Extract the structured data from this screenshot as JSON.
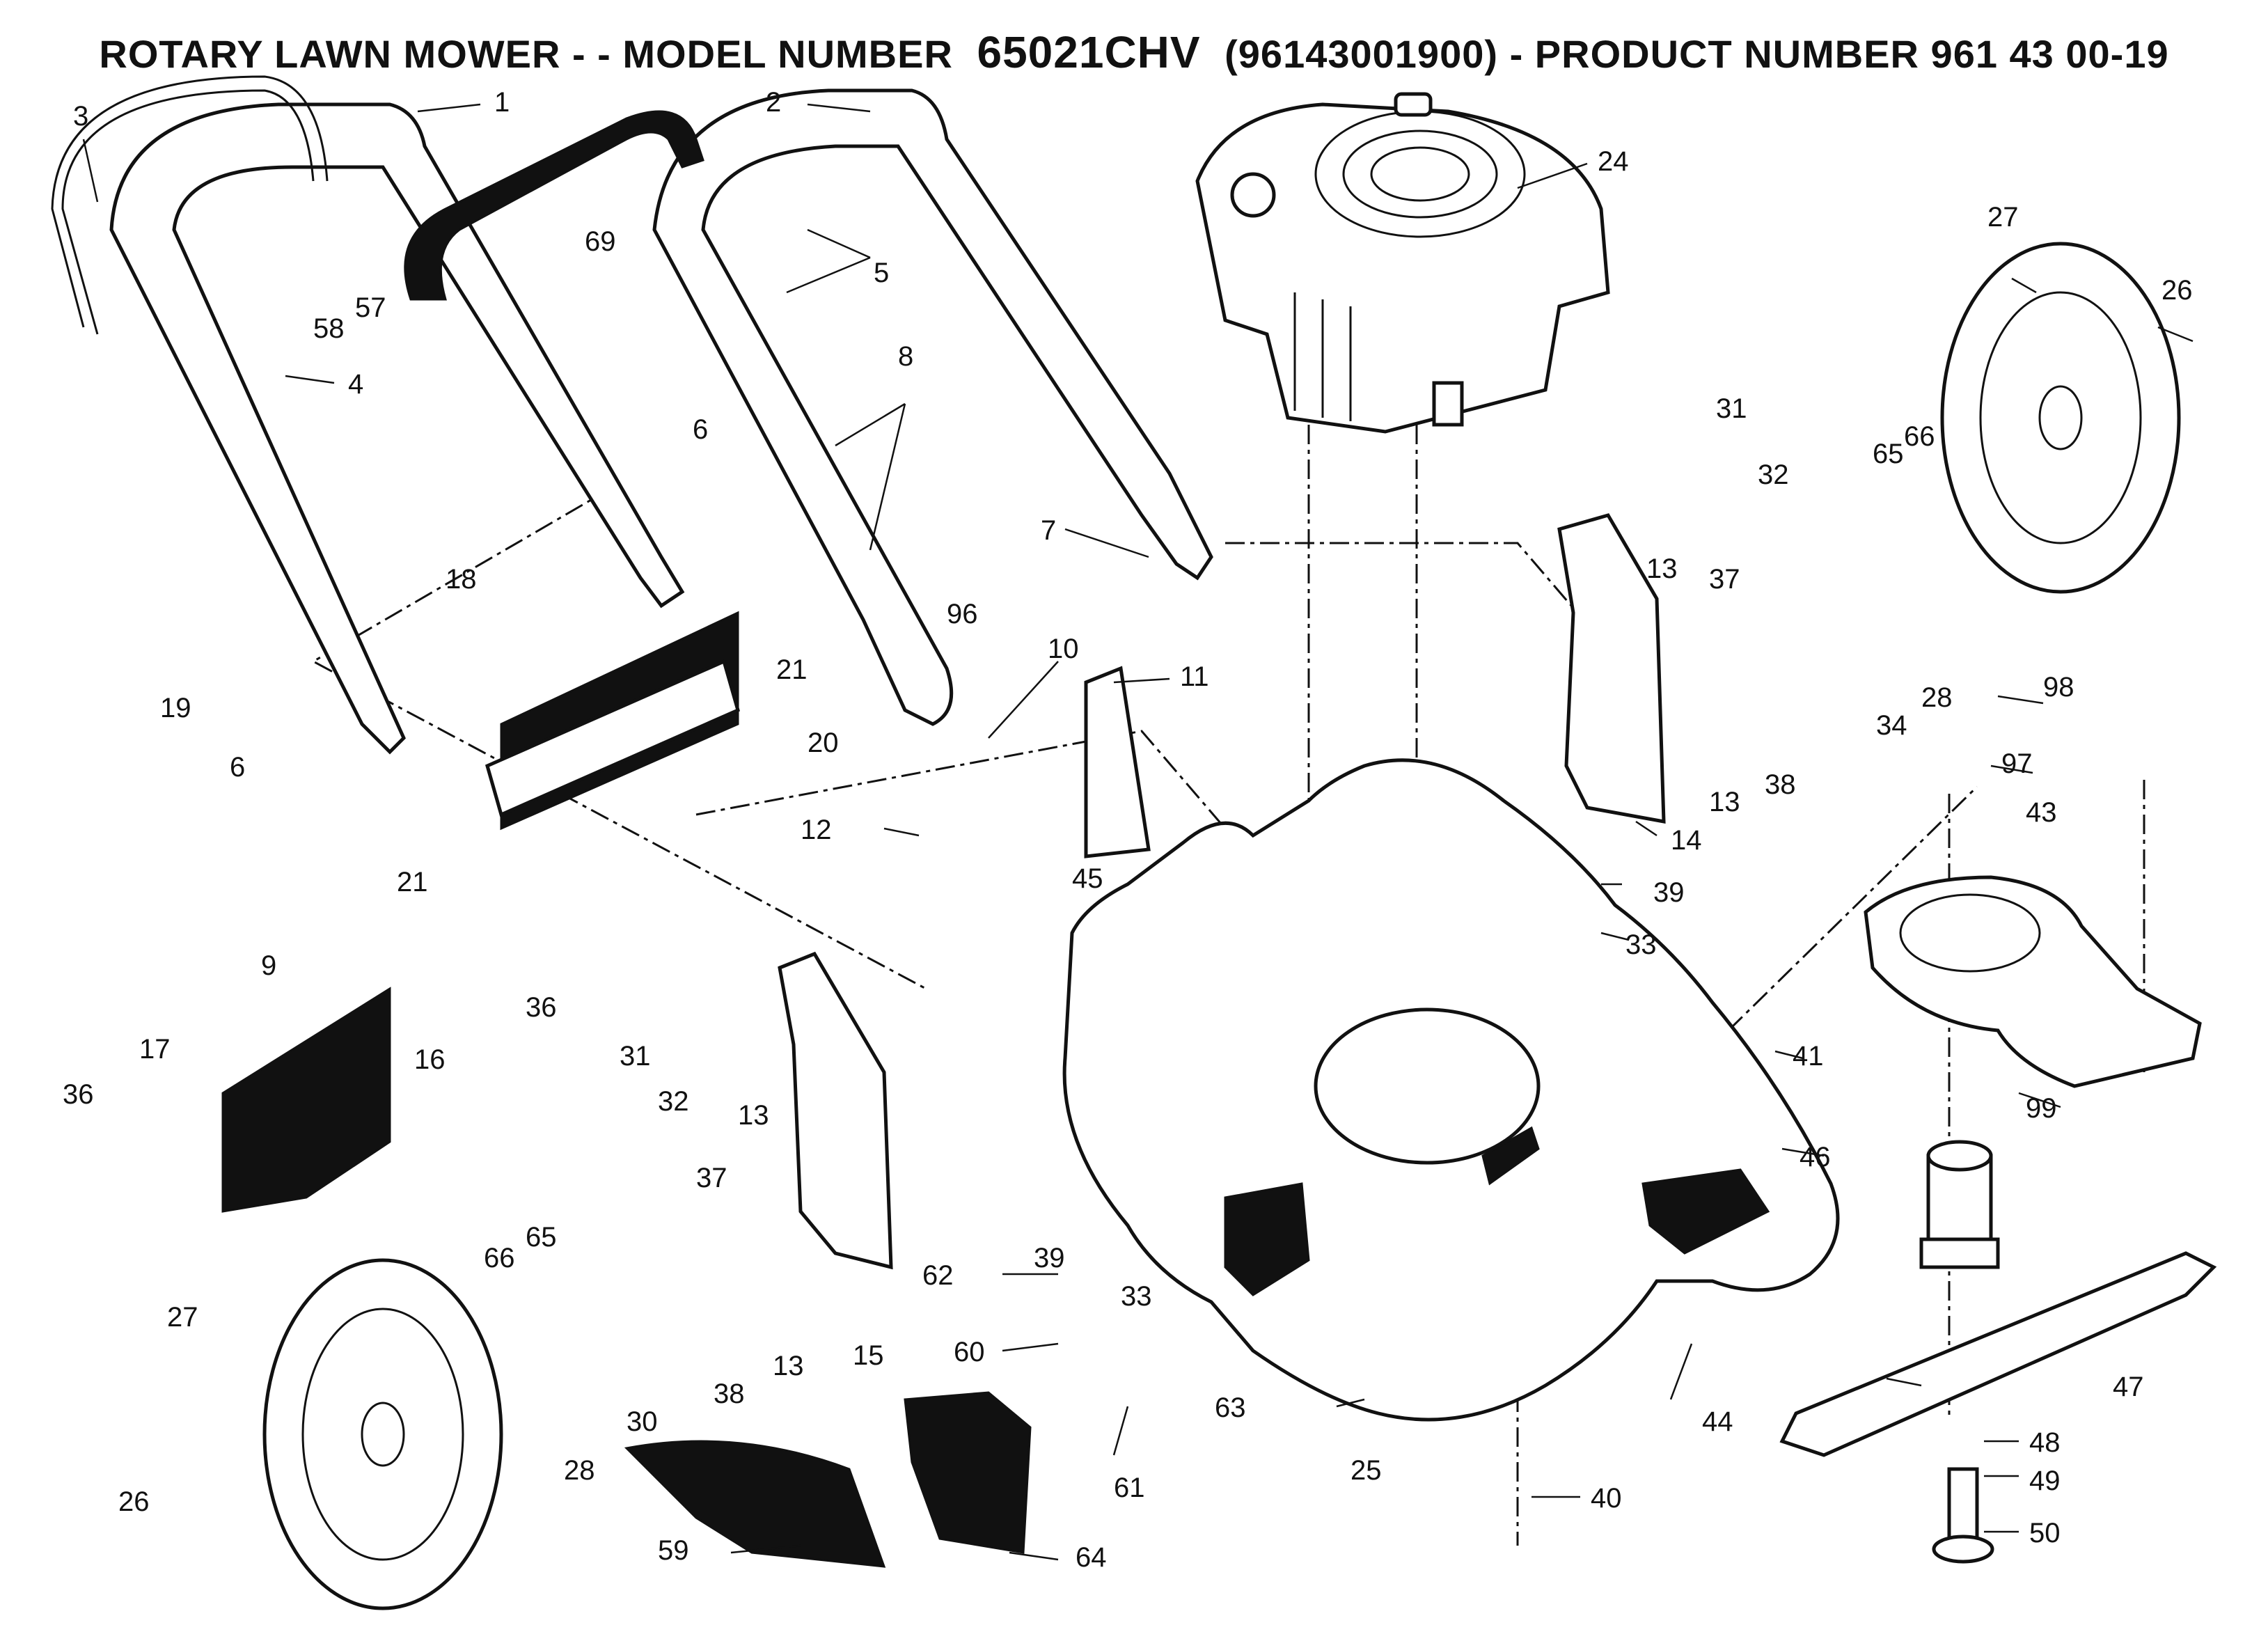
{
  "title": {
    "prefix": "ROTARY LAWN MOWER - - MODEL NUMBER",
    "model": "65021CHV",
    "suffix": "(96143001900) - PRODUCT NUMBER 961 43 00-19"
  },
  "callouts": [
    {
      "id": "c1",
      "label": "1"
    },
    {
      "id": "c2",
      "label": "2"
    },
    {
      "id": "c3",
      "label": "3"
    },
    {
      "id": "c4",
      "label": "4"
    },
    {
      "id": "c5",
      "label": "5"
    },
    {
      "id": "c6a",
      "label": "6"
    },
    {
      "id": "c6b",
      "label": "6"
    },
    {
      "id": "c7",
      "label": "7"
    },
    {
      "id": "c8",
      "label": "8"
    },
    {
      "id": "c9",
      "label": "9"
    },
    {
      "id": "c10",
      "label": "10"
    },
    {
      "id": "c11",
      "label": "11"
    },
    {
      "id": "c12",
      "label": "12"
    },
    {
      "id": "c13a",
      "label": "13"
    },
    {
      "id": "c13b",
      "label": "13"
    },
    {
      "id": "c13c",
      "label": "13"
    },
    {
      "id": "c13d",
      "label": "13"
    },
    {
      "id": "c14",
      "label": "14"
    },
    {
      "id": "c15",
      "label": "15"
    },
    {
      "id": "c16",
      "label": "16"
    },
    {
      "id": "c17",
      "label": "17"
    },
    {
      "id": "c18",
      "label": "18"
    },
    {
      "id": "c19",
      "label": "19"
    },
    {
      "id": "c20",
      "label": "20"
    },
    {
      "id": "c21a",
      "label": "21"
    },
    {
      "id": "c21b",
      "label": "21"
    },
    {
      "id": "c24",
      "label": "24"
    },
    {
      "id": "c25",
      "label": "25"
    },
    {
      "id": "c26a",
      "label": "26"
    },
    {
      "id": "c26b",
      "label": "26"
    },
    {
      "id": "c27a",
      "label": "27"
    },
    {
      "id": "c27b",
      "label": "27"
    },
    {
      "id": "c28a",
      "label": "28"
    },
    {
      "id": "c28b",
      "label": "28"
    },
    {
      "id": "c30",
      "label": "30"
    },
    {
      "id": "c31a",
      "label": "31"
    },
    {
      "id": "c31b",
      "label": "31"
    },
    {
      "id": "c32a",
      "label": "32"
    },
    {
      "id": "c32b",
      "label": "32"
    },
    {
      "id": "c33a",
      "label": "33"
    },
    {
      "id": "c33b",
      "label": "33"
    },
    {
      "id": "c34",
      "label": "34"
    },
    {
      "id": "c36a",
      "label": "36"
    },
    {
      "id": "c36b",
      "label": "36"
    },
    {
      "id": "c37a",
      "label": "37"
    },
    {
      "id": "c37b",
      "label": "37"
    },
    {
      "id": "c38a",
      "label": "38"
    },
    {
      "id": "c38b",
      "label": "38"
    },
    {
      "id": "c39a",
      "label": "39"
    },
    {
      "id": "c39b",
      "label": "39"
    },
    {
      "id": "c40",
      "label": "40"
    },
    {
      "id": "c41",
      "label": "41"
    },
    {
      "id": "c43",
      "label": "43"
    },
    {
      "id": "c44",
      "label": "44"
    },
    {
      "id": "c45",
      "label": "45"
    },
    {
      "id": "c46",
      "label": "46"
    },
    {
      "id": "c47",
      "label": "47"
    },
    {
      "id": "c48",
      "label": "48"
    },
    {
      "id": "c49",
      "label": "49"
    },
    {
      "id": "c50",
      "label": "50"
    },
    {
      "id": "c57",
      "label": "57"
    },
    {
      "id": "c58",
      "label": "58"
    },
    {
      "id": "c59",
      "label": "59"
    },
    {
      "id": "c60",
      "label": "60"
    },
    {
      "id": "c61",
      "label": "61"
    },
    {
      "id": "c62",
      "label": "62"
    },
    {
      "id": "c63",
      "label": "63"
    },
    {
      "id": "c64",
      "label": "64"
    },
    {
      "id": "c65a",
      "label": "65"
    },
    {
      "id": "c65b",
      "label": "65"
    },
    {
      "id": "c66a",
      "label": "66"
    },
    {
      "id": "c66b",
      "label": "66"
    },
    {
      "id": "c69",
      "label": "69"
    },
    {
      "id": "c96",
      "label": "96"
    },
    {
      "id": "c97",
      "label": "97"
    },
    {
      "id": "c98",
      "label": "98"
    },
    {
      "id": "c99",
      "label": "99"
    }
  ]
}
